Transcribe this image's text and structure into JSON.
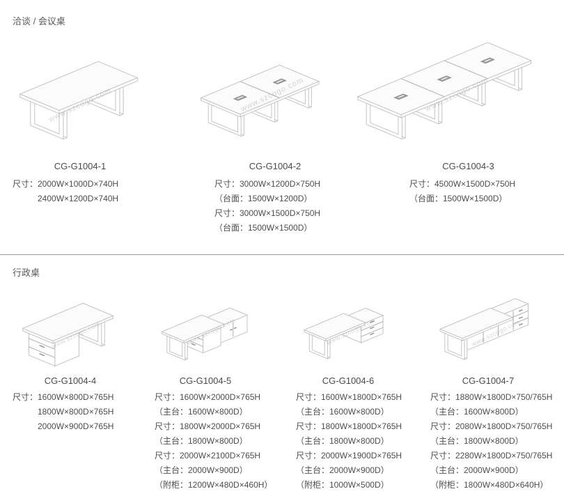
{
  "page": {
    "watermark": "www.szcogo.com"
  },
  "sections": [
    {
      "title": "洽谈 / 会议桌",
      "products": [
        {
          "code": "CG-G1004-1",
          "specs": [
            "尺寸：2000W×1000D×740H",
            "2400W×1200D×740H"
          ]
        },
        {
          "code": "CG-G1004-2",
          "specs": [
            "尺寸：3000W×1200D×750H",
            "（台面：1500W×1200D）",
            "尺寸：3000W×1500D×750H",
            "（台面：1500W×1500D）"
          ]
        },
        {
          "code": "CG-G1004-3",
          "specs": [
            "尺寸：4500W×1500D×750H",
            "（台面：1500W×1500D）"
          ]
        }
      ]
    },
    {
      "title": "行政桌",
      "products": [
        {
          "code": "CG-G1004-4",
          "specs": [
            "尺寸：1600W×800D×765H",
            "1800W×800D×765H",
            "2000W×900D×765H"
          ]
        },
        {
          "code": "CG-G1004-5",
          "specs": [
            "尺寸：1600W×2000D×765H",
            "（主台：1600W×800D）",
            "尺寸：1800W×2000D×765H",
            "（主台：1800W×800D）",
            "尺寸：2000W×2100D×765H",
            "（主台：2000W×900D）",
            "（附柜：1200W×480D×460H）"
          ]
        },
        {
          "code": "CG-G1004-6",
          "specs": [
            "尺寸：1600W×1800D×765H",
            "（主台：1600W×800D）",
            "尺寸：1800W×1800D×765H",
            "（主台：1800W×800D）",
            "尺寸：2000W×1900D×765H",
            "（主台：2000W×900D）",
            "（附柜：1000W×500D）"
          ]
        },
        {
          "code": "CG-G1004-7",
          "specs": [
            "尺寸：1880W×1800D×750/765H",
            "（主台：1600W×800D）",
            "尺寸：2080W×1800D×750/765H",
            "（主台：1800W×800D）",
            "尺寸：2280W×1800D×750/765H",
            "（主台：2000W×900D）",
            "（附柜：1800W×480D×640H）"
          ]
        }
      ]
    }
  ]
}
